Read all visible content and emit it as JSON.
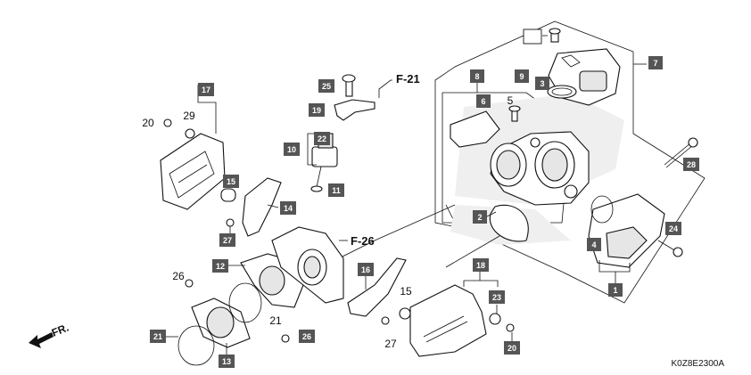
{
  "diagram": {
    "code": "K0Z8E2300A",
    "direction_label": "FR.",
    "references": [
      {
        "id": "f21",
        "text": "F-21"
      },
      {
        "id": "f26",
        "text": "F-26"
      }
    ],
    "boxed_labels": [
      {
        "id": "b1",
        "text": "1"
      },
      {
        "id": "b2",
        "text": "2"
      },
      {
        "id": "b3",
        "text": "3"
      },
      {
        "id": "b4",
        "text": "4"
      },
      {
        "id": "b5",
        "text": ""
      },
      {
        "id": "b6",
        "text": "6"
      },
      {
        "id": "b7",
        "text": "7"
      },
      {
        "id": "b8",
        "text": "8"
      },
      {
        "id": "b9",
        "text": "9"
      },
      {
        "id": "b10",
        "text": "10"
      },
      {
        "id": "b11",
        "text": "11"
      },
      {
        "id": "b12",
        "text": "12"
      },
      {
        "id": "b13",
        "text": "13"
      },
      {
        "id": "b14",
        "text": "14"
      },
      {
        "id": "b15",
        "text": "15"
      },
      {
        "id": "b16",
        "text": "16"
      },
      {
        "id": "b17",
        "text": "17"
      },
      {
        "id": "b18",
        "text": "18"
      },
      {
        "id": "b19",
        "text": "19"
      },
      {
        "id": "b20",
        "text": "20"
      },
      {
        "id": "b21",
        "text": "21"
      },
      {
        "id": "b22",
        "text": "22"
      },
      {
        "id": "b23",
        "text": "23"
      },
      {
        "id": "b24",
        "text": "24"
      },
      {
        "id": "b25",
        "text": "25"
      },
      {
        "id": "b26",
        "text": "26"
      },
      {
        "id": "b27",
        "text": "27"
      },
      {
        "id": "b28",
        "text": "28"
      }
    ],
    "plain_labels": [
      {
        "id": "p5",
        "text": "5"
      },
      {
        "id": "p15",
        "text": "15"
      },
      {
        "id": "p20",
        "text": "20"
      },
      {
        "id": "p21",
        "text": "21"
      },
      {
        "id": "p26",
        "text": "26"
      },
      {
        "id": "p27",
        "text": "27"
      },
      {
        "id": "p29",
        "text": "29"
      }
    ]
  }
}
